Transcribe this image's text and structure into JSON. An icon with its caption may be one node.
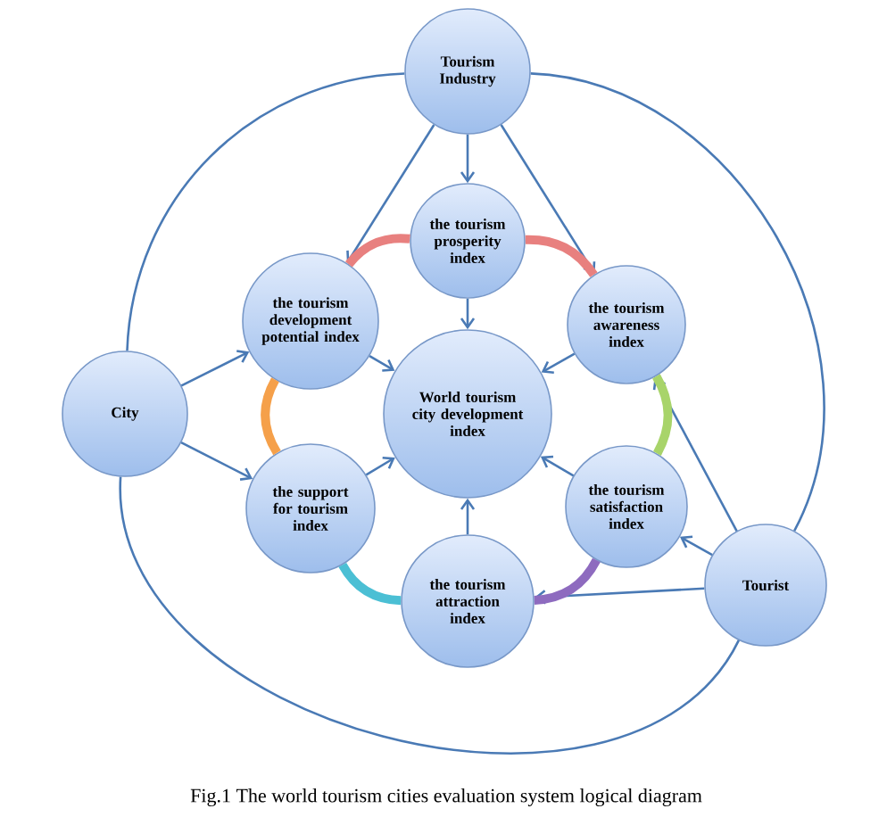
{
  "diagram": {
    "caption": "Fig.1 The world tourism cities evaluation system logical diagram",
    "nodes": [
      {
        "text": [
          "Tourism Industry"
        ]
      },
      {
        "text": [
          "the tourism prosperity index"
        ]
      },
      {
        "text": [
          "the tourism development potential index"
        ]
      },
      {
        "text": [
          "the tourism awareness index"
        ]
      },
      {
        "text": [
          "City"
        ]
      },
      {
        "text": [
          "World tourism city development index"
        ]
      },
      {
        "text": [
          "the support for tourism index"
        ]
      },
      {
        "text": [
          "the tourism satisfaction index"
        ]
      },
      {
        "text": [
          "Tourist"
        ]
      },
      {
        "text": [
          "the tourism attraction index"
        ]
      }
    ],
    "edges": [
      {
        "from": 0,
        "to": 1,
        "arrow": "to"
      },
      {
        "from": 0,
        "to": 2,
        "arrow": "to"
      },
      {
        "from": 0,
        "to": 3,
        "arrow": "to"
      },
      {
        "from": 1,
        "to": 5,
        "arrow": "to"
      },
      {
        "from": 2,
        "to": 5,
        "arrow": "to"
      },
      {
        "from": 3,
        "to": 5,
        "arrow": "to"
      },
      {
        "from": 4,
        "to": 2,
        "arrow": "to"
      },
      {
        "from": 4,
        "to": 6,
        "arrow": "to"
      },
      {
        "from": 6,
        "to": 5,
        "arrow": "to"
      },
      {
        "from": 7,
        "to": 5,
        "arrow": "to"
      },
      {
        "from": 9,
        "to": 5,
        "arrow": "to"
      },
      {
        "from": 8,
        "to": 3,
        "arrow": "to"
      },
      {
        "from": 8,
        "to": 7,
        "arrow": "to"
      },
      {
        "from": 8,
        "to": 9,
        "arrow": "to"
      },
      {
        "from": 1,
        "to": 2,
        "arrow": "none",
        "style": "thick",
        "color": "#e8807f"
      },
      {
        "from": 2,
        "to": 6,
        "arrow": "none",
        "style": "thick",
        "color": "#f5a04a"
      },
      {
        "from": 6,
        "to": 9,
        "arrow": "none",
        "style": "thick",
        "color": "#4bbfd4"
      },
      {
        "from": 9,
        "to": 7,
        "arrow": "none",
        "style": "thick",
        "color": "#8e6bbf"
      },
      {
        "from": 7,
        "to": 3,
        "arrow": "none",
        "style": "thick",
        "color": "#a8d46a"
      },
      {
        "from": 3,
        "to": 1,
        "arrow": "none",
        "style": "thick",
        "color": "#e8807f"
      },
      {
        "from": 0,
        "to": 4,
        "arrow": "none"
      },
      {
        "from": 4,
        "to": 8,
        "arrow": "none"
      },
      {
        "from": 8,
        "to": 0,
        "arrow": "none"
      }
    ]
  }
}
